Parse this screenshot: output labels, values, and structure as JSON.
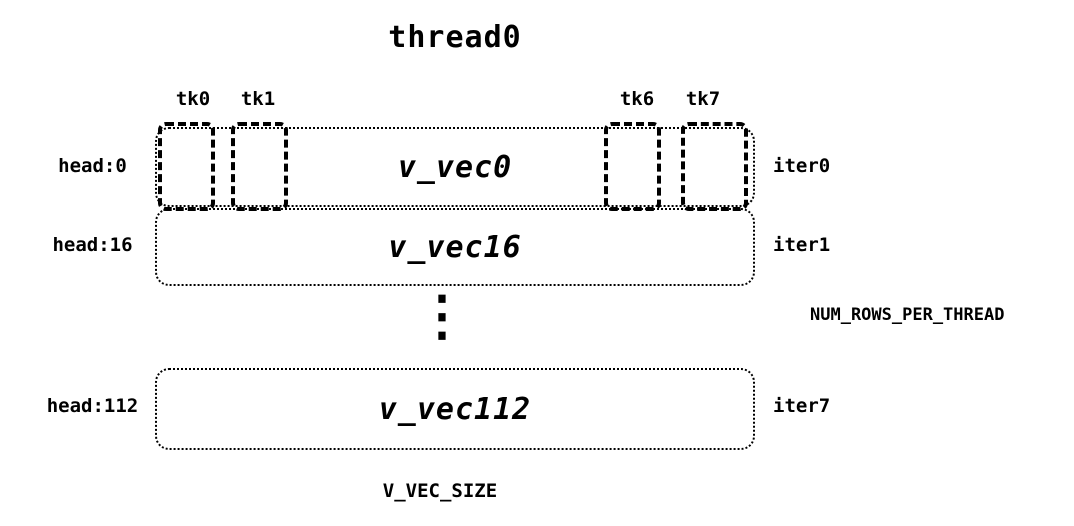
{
  "title": "thread0",
  "tk_labels": {
    "tk0": "tk0",
    "tk1": "tk1",
    "tk6": "tk6",
    "tk7": "tk7"
  },
  "rows": [
    {
      "head": "head:0",
      "vec": "v_vec0",
      "iter": "iter0"
    },
    {
      "head": "head:16",
      "vec": "v_vec16",
      "iter": "iter1"
    },
    {
      "head": "head:112",
      "vec": "v_vec112",
      "iter": "iter7"
    }
  ],
  "vertical_ellipsis": "⋮",
  "right_label": "NUM_ROWS_PER_THREAD",
  "bottom_label": "V_VEC_SIZE",
  "colors": {
    "ink": "#000000",
    "background": "#ffffff"
  }
}
